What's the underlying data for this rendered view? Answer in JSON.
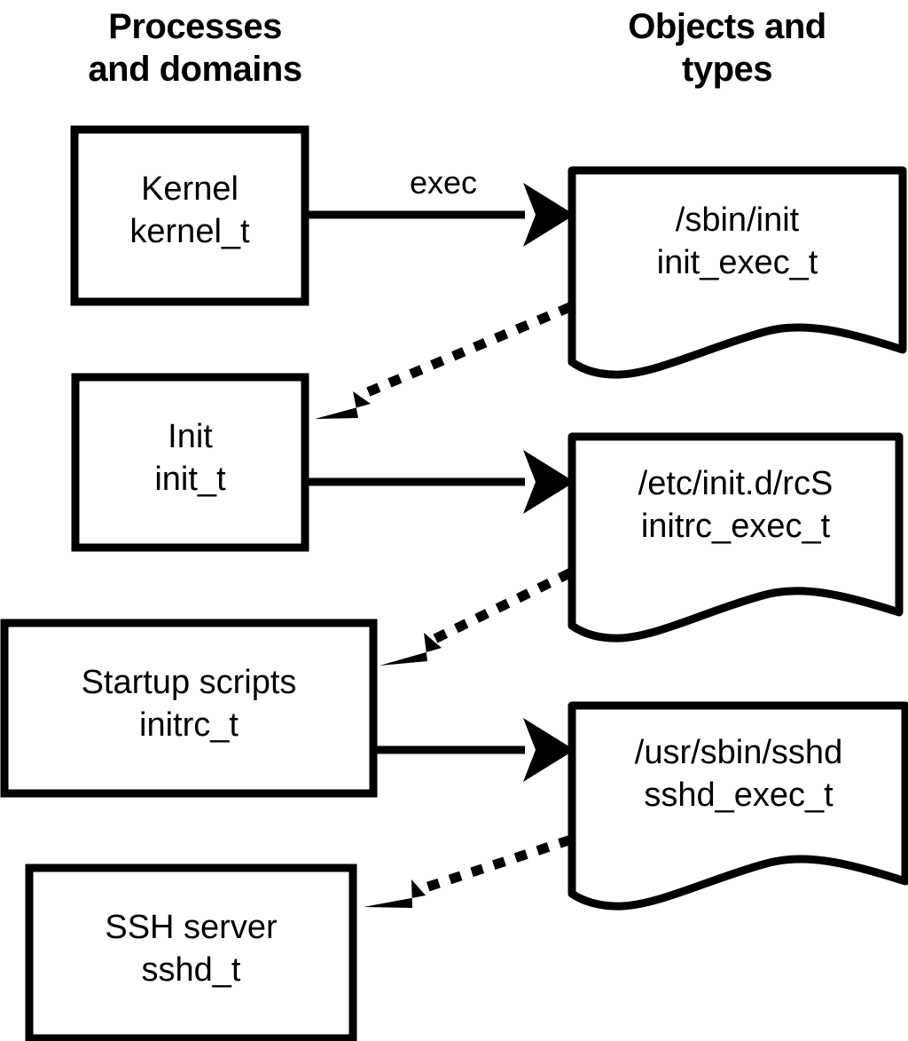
{
  "diagram": {
    "columns": [
      {
        "id": "processes",
        "title": "Processes\nand domains"
      },
      {
        "id": "objects",
        "title": "Objects and\ntypes"
      }
    ],
    "process_nodes": [
      {
        "id": "kernel",
        "name": "Kernel",
        "type": "kernel_t",
        "label": "Kernel\nkernel_t"
      },
      {
        "id": "init",
        "name": "Init",
        "type": "init_t",
        "label": "Init\ninit_t"
      },
      {
        "id": "initrc",
        "name": "Startup scripts",
        "type": "initrc_t",
        "label": "Startup scripts\ninitrc_t"
      },
      {
        "id": "sshd",
        "name": "SSH server",
        "type": "sshd_t",
        "label": "SSH server\nsshd_t"
      }
    ],
    "object_nodes": [
      {
        "id": "init_exec",
        "path": "/sbin/init",
        "type": "init_exec_t",
        "label": "/sbin/init\ninit_exec_t"
      },
      {
        "id": "initrc_exec",
        "path": "/etc/init.d/rcS",
        "type": "initrc_exec_t",
        "label": "/etc/init.d/rcS\ninitrc_exec_t"
      },
      {
        "id": "sshd_exec",
        "path": "/usr/sbin/sshd",
        "type": "sshd_exec_t",
        "label": "/usr/sbin/sshd\nsshd_exec_t"
      }
    ],
    "edges": [
      {
        "id": "kernel-exec-init_exec",
        "from": "kernel",
        "to": "init_exec",
        "label": "exec",
        "style": "solid"
      },
      {
        "id": "init_exec-to-init",
        "from": "init_exec",
        "to": "init",
        "label": "",
        "style": "dotted"
      },
      {
        "id": "init-exec-initrc_exec",
        "from": "init",
        "to": "initrc_exec",
        "label": "",
        "style": "solid"
      },
      {
        "id": "initrc_exec-to-initrc",
        "from": "initrc_exec",
        "to": "initrc",
        "label": "",
        "style": "dotted"
      },
      {
        "id": "initrc-exec-sshd_exec",
        "from": "initrc",
        "to": "sshd_exec",
        "label": "",
        "style": "solid"
      },
      {
        "id": "sshd_exec-to-sshd",
        "from": "sshd_exec",
        "to": "sshd",
        "label": "",
        "style": "dotted"
      }
    ],
    "colors": {
      "stroke": "#000000",
      "fill": "#ffffff",
      "text": "#000000"
    }
  }
}
